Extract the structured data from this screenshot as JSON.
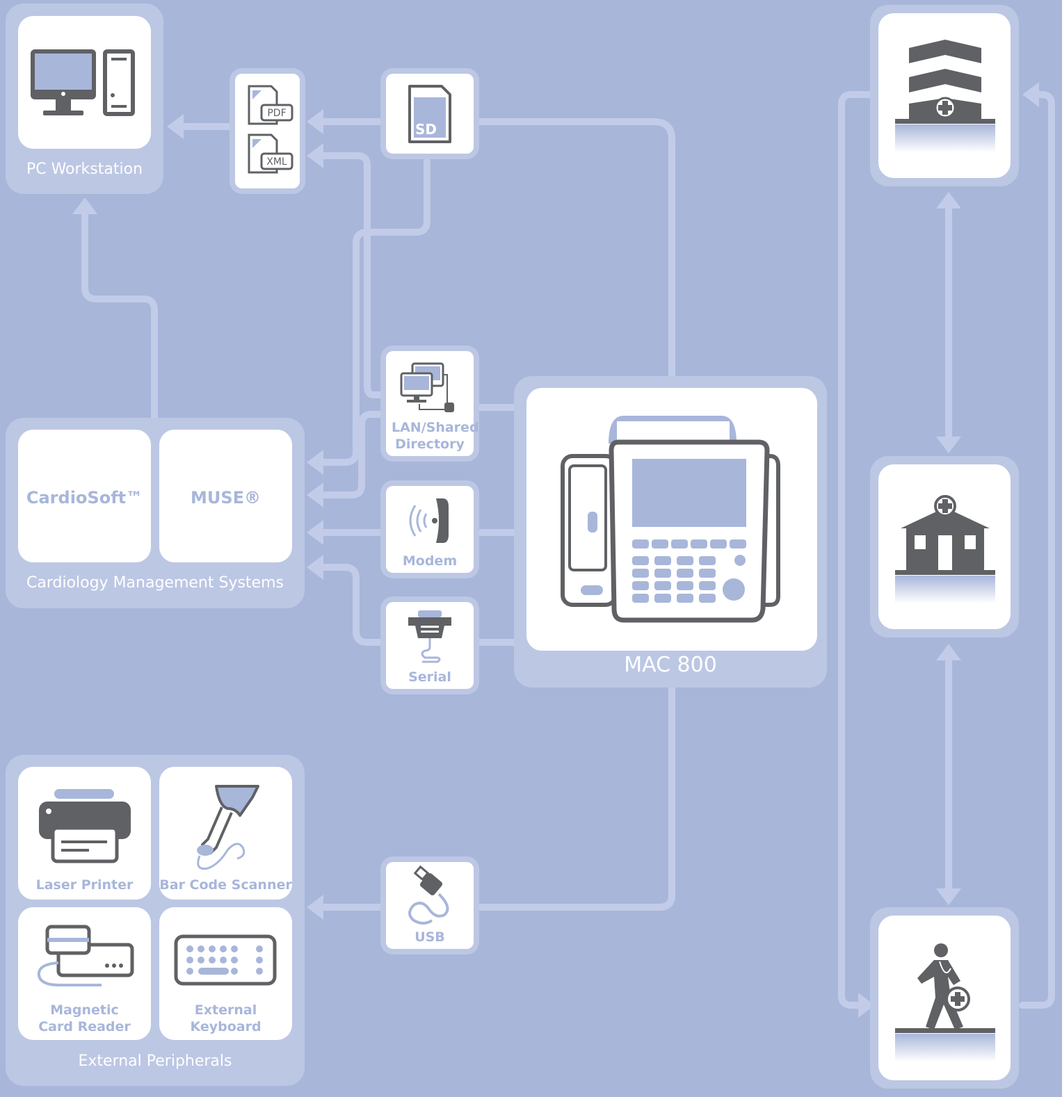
{
  "pc": {
    "label": "PC Workstation"
  },
  "cms": {
    "label": "Cardiology Management Systems",
    "cardiosoft": "CardioSoft™",
    "muse": "MUSE®"
  },
  "mac": {
    "label": "MAC 800"
  },
  "connectors": {
    "sd": "SD",
    "pdf": "PDF",
    "xml": "XML",
    "lan": "LAN/Shared Directory",
    "modem": "Modem",
    "serial": "Serial",
    "usb": "USB"
  },
  "peripherals": {
    "label": "External Peripherals",
    "items": [
      "Laser Printer",
      "Bar Code Scanner",
      "Magnetic Card Reader",
      "External Keyboard"
    ]
  },
  "colors": {
    "background": "#a8b6da",
    "panel": "#bcc7e4",
    "card": "#ffffff",
    "icon_dark": "#5f6164",
    "accent": "#a8b6da"
  }
}
